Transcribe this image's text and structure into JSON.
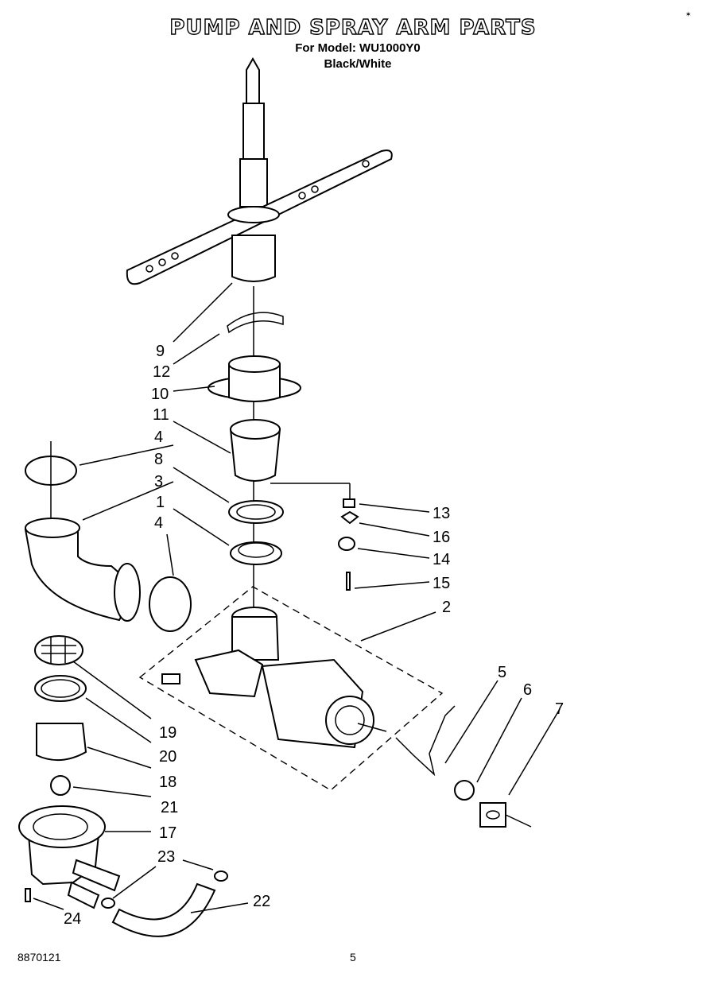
{
  "header": {
    "title": "PUMP AND SPRAY ARM PARTS",
    "model_line": "For Model: WU1000Y0",
    "color_line": "Black/White"
  },
  "footer": {
    "doc_code": "8870121",
    "page": "5"
  },
  "callouts": [
    "9",
    "12",
    "10",
    "11",
    "4",
    "8",
    "3",
    "1",
    "4",
    "13",
    "16",
    "14",
    "15",
    "2",
    "5",
    "6",
    "7",
    "19",
    "20",
    "18",
    "21",
    "17",
    "23",
    "22",
    "24"
  ]
}
